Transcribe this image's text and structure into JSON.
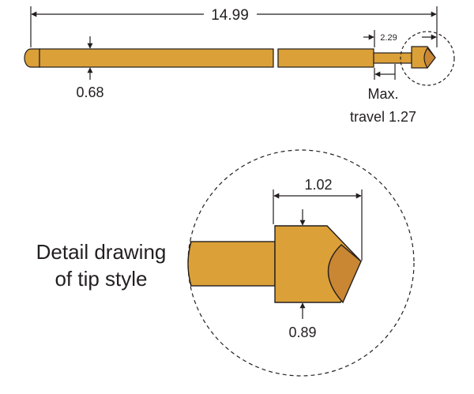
{
  "colors": {
    "gold": "#dba037",
    "gold_dark": "#c98633",
    "outline": "#231f20",
    "background": "#ffffff"
  },
  "dimensions": {
    "overall_length": "14.99",
    "barrel_diameter": "0.68",
    "tip_length": "2.29",
    "travel_line1": "Max.",
    "travel_line2": "travel 1.27",
    "tip_length_detail": "1.02",
    "tip_diameter_detail": "0.89"
  },
  "detail_caption": {
    "line1": "Detail drawing",
    "line2": "of tip style"
  }
}
